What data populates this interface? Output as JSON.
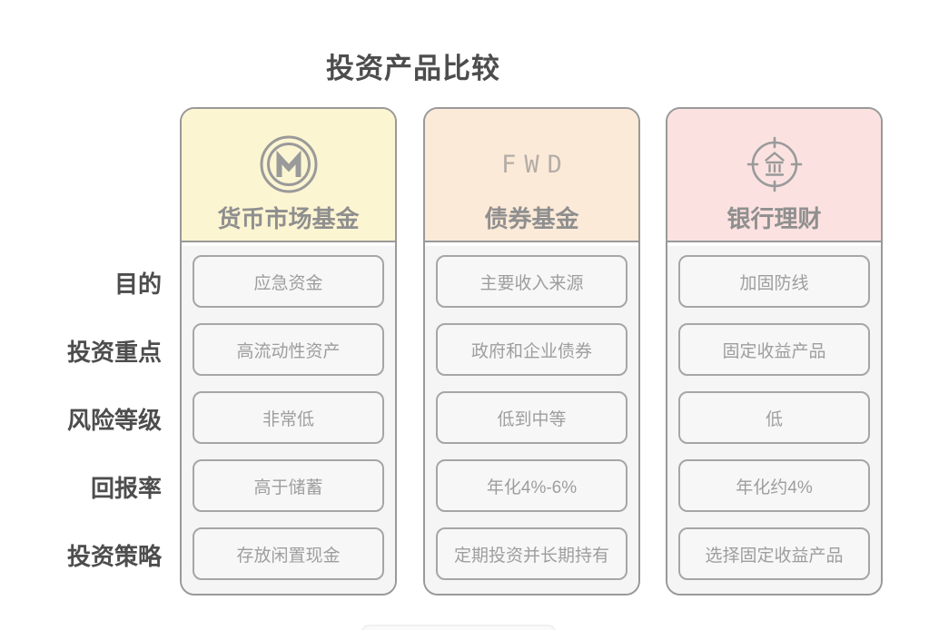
{
  "title": "投资产品比较",
  "row_labels": [
    "目的",
    "投资重点",
    "风险等级",
    "回报率",
    "投资策略"
  ],
  "columns": [
    {
      "name": "货币市场基金",
      "icon": "monero-coin-icon",
      "header_bg": "#fcf5d2",
      "cells": [
        "应急资金",
        "高流动性资产",
        "非常低",
        "高于储蓄",
        "存放闲置现金"
      ]
    },
    {
      "name": "债券基金",
      "icon": "fwd-logo",
      "logo_text": "FWD",
      "header_bg": "#fcead8",
      "cells": [
        "主要收入来源",
        "政府和企业债券",
        "低到中等",
        "年化4%-6%",
        "定期投资并长期持有"
      ]
    },
    {
      "name": "银行理财",
      "icon": "bank-target-icon",
      "header_bg": "#fbe2e0",
      "cells": [
        "加固防线",
        "固定收益产品",
        "低",
        "年化约4%",
        "选择固定收益产品"
      ]
    }
  ],
  "colors": {
    "header_yellow": "#fcf5d2",
    "header_peach": "#fcead8",
    "header_pink": "#fbe2e0",
    "outer_border": "#999999",
    "cell_border": "#a6a6a6",
    "body_bg": "#f5f5f5",
    "cell_text": "#9e9e9e",
    "heading_text": "#4d4d4d",
    "column_title_text": "#8f8f8f",
    "icon_stroke": "#9a9a9a"
  }
}
